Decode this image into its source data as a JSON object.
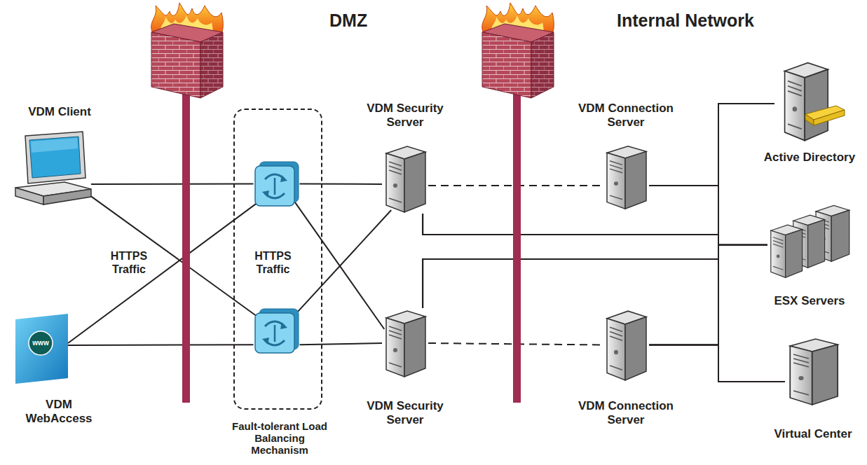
{
  "diagram": {
    "nodes": [
      {
        "text": [
          "VDM Client"
        ]
      },
      {
        "text": [
          "VDM WebAccess"
        ]
      },
      {
        "text": [
          "Fault-tolerant Load Balancing Mechanism"
        ]
      },
      {
        "text": [
          "VDM Security Server"
        ]
      },
      {
        "text": [
          "VDM Security Server"
        ]
      },
      {
        "text": [
          "VDM Connection Server"
        ]
      },
      {
        "text": [
          "VDM Connection Server"
        ]
      },
      {
        "text": [
          "Active Directory"
        ]
      },
      {
        "text": [
          "ESX Servers"
        ]
      },
      {
        "text": [
          "Virtual Center"
        ]
      }
    ],
    "edges": [
      {
        "from": 0,
        "to": 2,
        "arrow": "none"
      },
      {
        "from": 0,
        "to": 2,
        "arrow": "none"
      },
      {
        "from": 1,
        "to": 2,
        "arrow": "none"
      },
      {
        "from": 1,
        "to": 2,
        "arrow": "none"
      },
      {
        "from": 2,
        "to": 3,
        "arrow": "none"
      },
      {
        "from": 2,
        "to": 4,
        "arrow": "none"
      },
      {
        "from": 2,
        "to": 3,
        "arrow": "none"
      },
      {
        "from": 2,
        "to": 4,
        "arrow": "none"
      },
      {
        "from": 3,
        "to": 5,
        "arrow": "none"
      },
      {
        "from": 4,
        "to": 6,
        "arrow": "none"
      },
      {
        "from": 5,
        "to": 7,
        "arrow": "none"
      },
      {
        "from": 5,
        "to": 8,
        "arrow": "none"
      },
      {
        "from": 5,
        "to": 9,
        "arrow": "none"
      },
      {
        "from": 3,
        "to": 7,
        "arrow": "none"
      },
      {
        "from": 3,
        "to": 8,
        "arrow": "none"
      },
      {
        "from": 3,
        "to": 9,
        "arrow": "none"
      },
      {
        "from": 4,
        "to": 7,
        "arrow": "none"
      },
      {
        "from": 4,
        "to": 8,
        "arrow": "none"
      },
      {
        "from": 4,
        "to": 9,
        "arrow": "none"
      },
      {
        "from": 6,
        "to": 7,
        "arrow": "none"
      },
      {
        "from": 6,
        "to": 8,
        "arrow": "none"
      },
      {
        "from": 6,
        "to": 9,
        "arrow": "none"
      }
    ],
    "labels": [
      "DMZ",
      "Internal Network",
      "HTTPS Traffic",
      "HTTPS Traffic",
      "www"
    ]
  }
}
